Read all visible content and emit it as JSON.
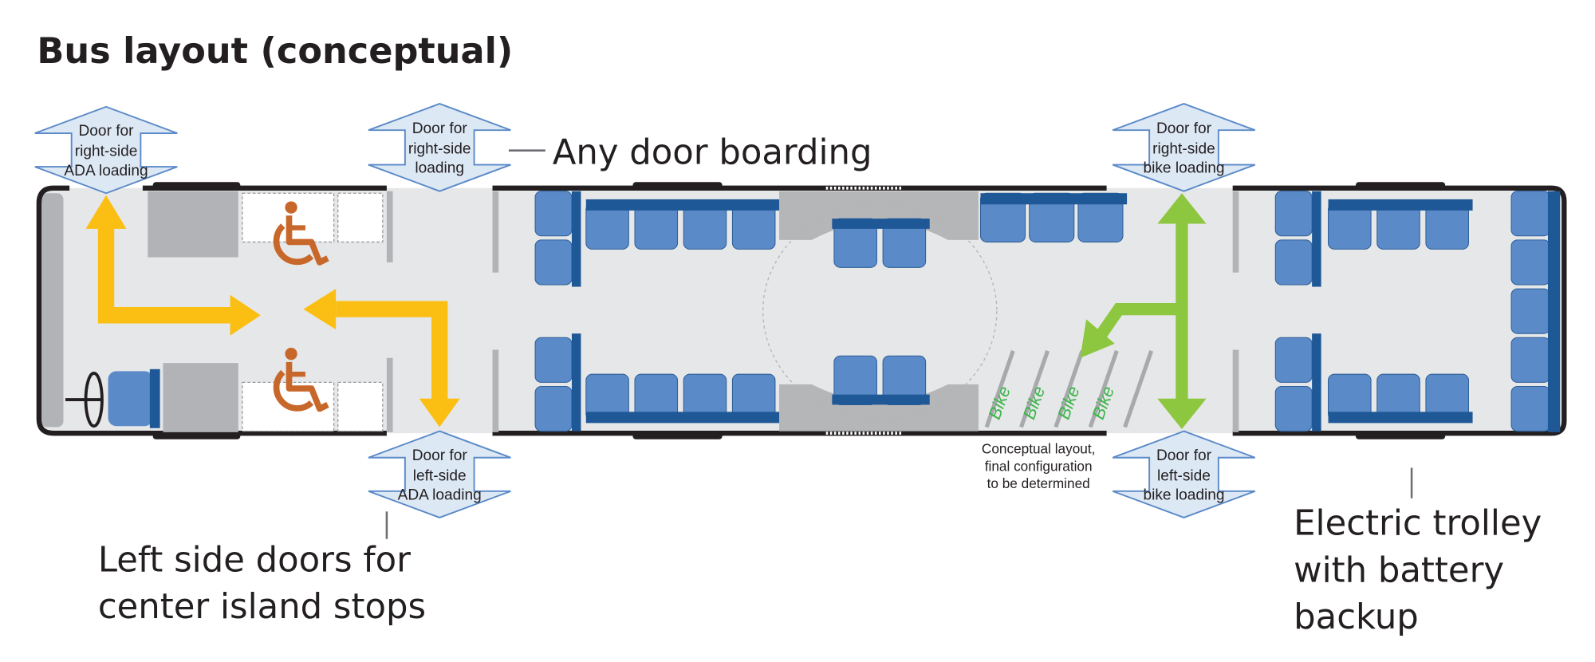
{
  "title": "Bus layout (conceptual)",
  "doors": {
    "front_right": [
      "Door for",
      "right-side",
      "ADA loading"
    ],
    "middle_right": [
      "Door for",
      "right-side",
      "loading"
    ],
    "middle_left": [
      "Door for",
      "left-side",
      "ADA loading"
    ],
    "rear_right": [
      "Door for",
      "right-side",
      "bike loading"
    ],
    "rear_left": [
      "Door for",
      "left-side",
      "bike loading"
    ]
  },
  "callouts": {
    "any_door": "Any door boarding",
    "left_side": [
      "Left side doors for",
      "center island stops"
    ],
    "trolley": [
      "Electric trolley",
      "with battery",
      "backup"
    ],
    "conceptual_note": [
      "Conceptual layout,",
      "final configuration",
      "to be determined"
    ]
  },
  "bike_labels": [
    "Bike",
    "Bike",
    "Bike",
    "Bike"
  ],
  "icons": [
    "wheelchair-icon",
    "steering-wheel-icon",
    "yellow-arrow-icon",
    "green-arrow-icon",
    "door-arrow-icon"
  ],
  "colors": {
    "seat": "#5b8ac8",
    "seat_bar": "#1f5896",
    "floor": "#e6e7e8",
    "partition": "#b1b3b6",
    "ada_arrow": "#fbbf14",
    "bike_arrow": "#8dc63f",
    "bike_text": "#3cb44a",
    "wheelchair": "#c8672a",
    "door_fill": "#dde8f5",
    "door_stroke": "#5b8ac8"
  }
}
